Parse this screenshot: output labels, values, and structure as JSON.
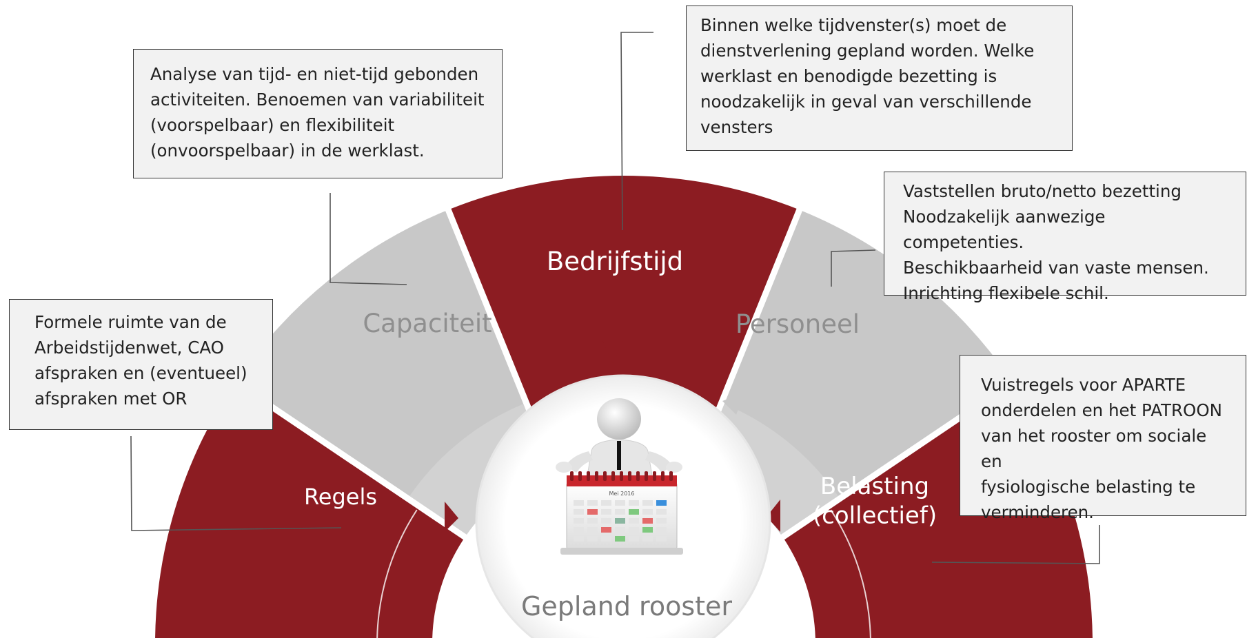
{
  "segments": [
    {
      "id": "regels",
      "label_lines": [
        "Regels"
      ],
      "fill": "#8c1c22",
      "text_color": "#ffffff"
    },
    {
      "id": "capaciteit",
      "label_lines": [
        "Capaciteit"
      ],
      "fill": "#c8c8c8",
      "text_color": "#8f8f8f"
    },
    {
      "id": "bedrijfstijd",
      "label_lines": [
        "Bedrijfstijd"
      ],
      "fill": "#8c1c22",
      "text_color": "#ffffff"
    },
    {
      "id": "personeel",
      "label_lines": [
        "Personeel"
      ],
      "fill": "#c8c8c8",
      "text_color": "#8f8f8f"
    },
    {
      "id": "belasting",
      "label_lines": [
        "Belasting",
        "(collectief)"
      ],
      "fill": "#8c1c22",
      "text_color": "#ffffff"
    }
  ],
  "center": {
    "label": "Gepland rooster",
    "icon": "person-with-calendar-icon",
    "calendar_month": "Mei 2016"
  },
  "notes": {
    "regels": "Formele ruimte van de\nArbeidstijdenwet, CAO\nafspraken en (eventueel)\nafspraken met OR",
    "capaciteit": "Analyse van tijd- en niet-tijd gebonden\nactiviteiten. Benoemen van variabiliteit\n(voorspelbaar) en flexibiliteit\n(onvoorspelbaar) in de werklast.",
    "bedrijfstijd": "Binnen welke tijdvenster(s) moet de\ndienstverlening gepland worden. Welke\nwerklast en benodigde bezetting is\nnoodzakelijk in geval van verschillende\nvensters",
    "personeel": "Vaststellen bruto/netto bezetting\nNoodzakelijk aanwezige competenties.\nBeschikbaarheid van vaste mensen.\nInrichting flexibele schil.",
    "belasting": "Vuistregels voor APARTE\nonderdelen en het PATROON\nvan het rooster om sociale en\nfysiologische belasting te\nverminderen."
  },
  "colors": {
    "dark_red": "#8c1c22",
    "light_gray": "#c8c8c8",
    "note_bg": "#f2f2f2",
    "center_label": "#7a7a7a"
  }
}
